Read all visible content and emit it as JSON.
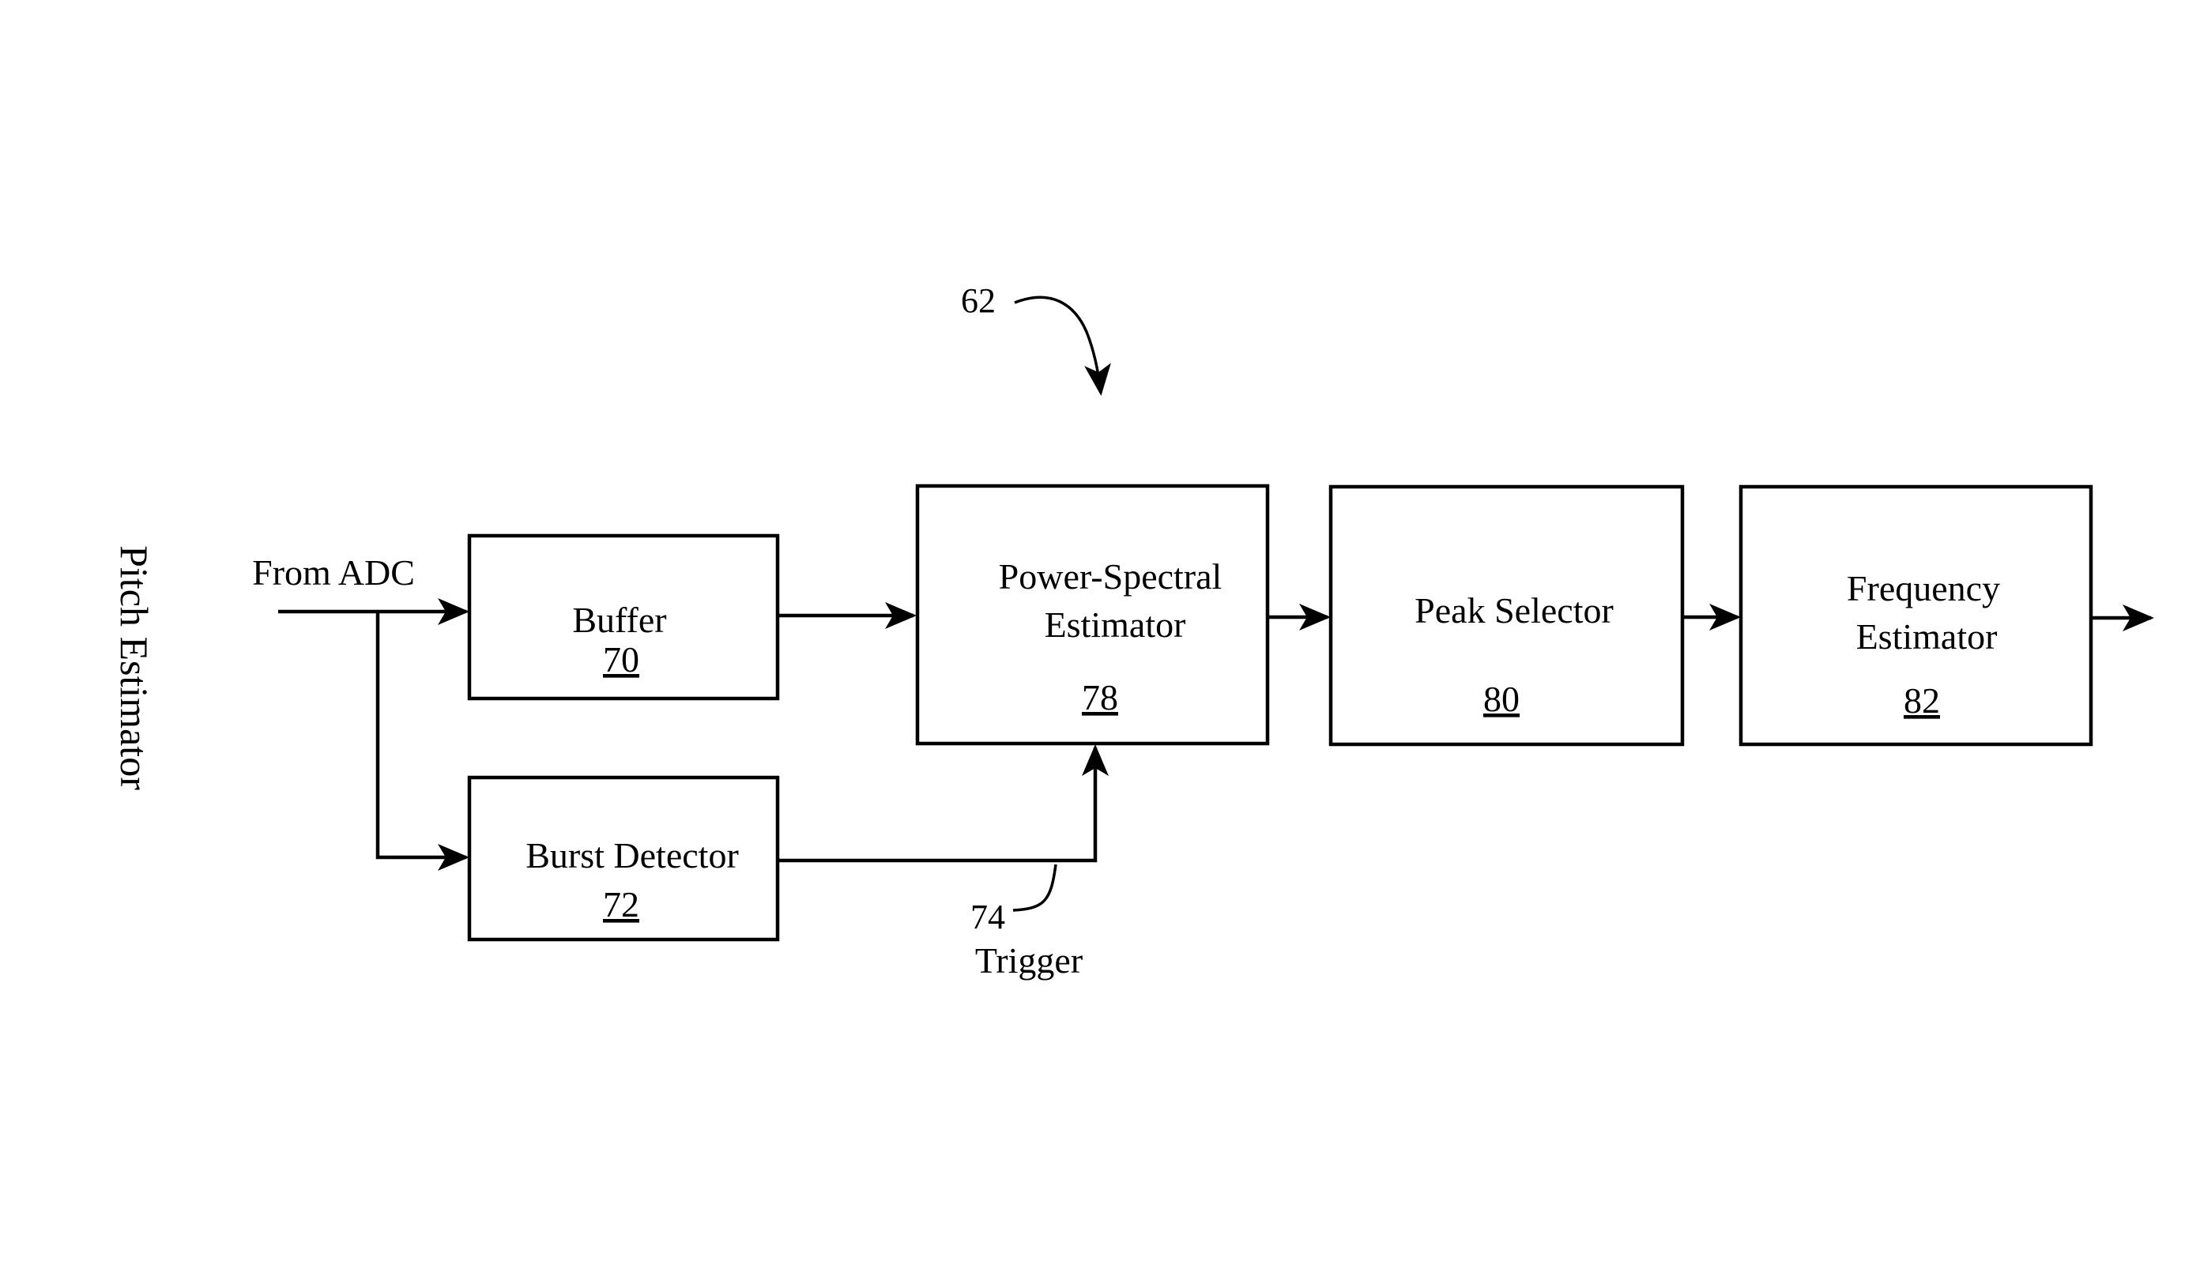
{
  "diagram": {
    "side_title": "Pitch Estimator",
    "reference_numeral": "62",
    "input_label": "From ADC",
    "blocks": {
      "buffer": {
        "name": "Buffer",
        "number": "70"
      },
      "burst_detector": {
        "name": "Burst Detector",
        "number": "72"
      },
      "power_spectral_estimator": {
        "name_line1": "Power-Spectral",
        "name_line2": "Estimator",
        "number": "78"
      },
      "peak_selector": {
        "name": "Peak Selector",
        "number": "80"
      },
      "frequency_estimator": {
        "name_line1": "Frequency",
        "name_line2": "Estimator",
        "number": "82"
      }
    },
    "trigger": {
      "number": "74",
      "label": "Trigger"
    }
  }
}
